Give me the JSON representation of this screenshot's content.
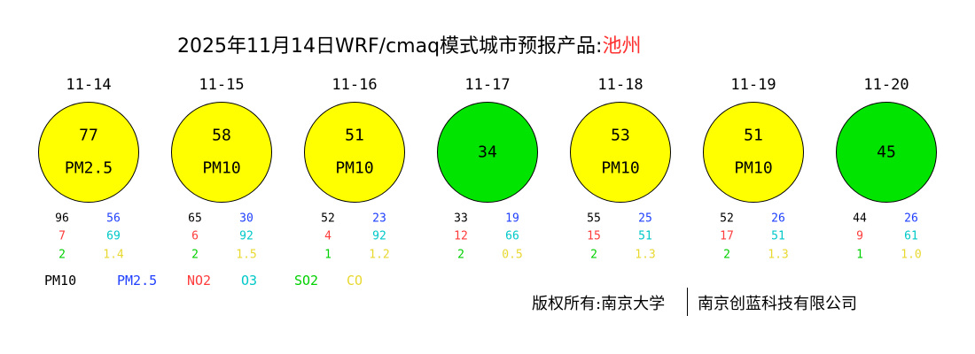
{
  "title": {
    "prefix": "2025年11月14日WRF/cmaq模式城市预报产品:",
    "city": "池州"
  },
  "chart_data": {
    "type": "table",
    "days": [
      {
        "date": "11-14",
        "aqi": "77",
        "primary": "PM2.5",
        "level_color": "#ffff00",
        "pm10": "96",
        "pm25": "56",
        "no2": "7",
        "o3": "69",
        "so2": "2",
        "co": "1.4"
      },
      {
        "date": "11-15",
        "aqi": "58",
        "primary": "PM10",
        "level_color": "#ffff00",
        "pm10": "65",
        "pm25": "30",
        "no2": "6",
        "o3": "92",
        "so2": "2",
        "co": "1.5"
      },
      {
        "date": "11-16",
        "aqi": "51",
        "primary": "PM10",
        "level_color": "#ffff00",
        "pm10": "52",
        "pm25": "23",
        "no2": "4",
        "o3": "92",
        "so2": "1",
        "co": "1.2"
      },
      {
        "date": "11-17",
        "aqi": "34",
        "primary": "",
        "level_color": "#00e400",
        "pm10": "33",
        "pm25": "19",
        "no2": "12",
        "o3": "66",
        "so2": "2",
        "co": "0.5"
      },
      {
        "date": "11-18",
        "aqi": "53",
        "primary": "PM10",
        "level_color": "#ffff00",
        "pm10": "55",
        "pm25": "25",
        "no2": "15",
        "o3": "51",
        "so2": "2",
        "co": "1.3"
      },
      {
        "date": "11-19",
        "aqi": "51",
        "primary": "PM10",
        "level_color": "#ffff00",
        "pm10": "52",
        "pm25": "26",
        "no2": "17",
        "o3": "51",
        "so2": "2",
        "co": "1.3"
      },
      {
        "date": "11-20",
        "aqi": "45",
        "primary": "",
        "level_color": "#00e400",
        "pm10": "44",
        "pm25": "26",
        "no2": "9",
        "o3": "61",
        "so2": "1",
        "co": "1.0"
      }
    ],
    "legend": [
      {
        "label": "PM10",
        "color": "#000000"
      },
      {
        "label": "PM2.5",
        "color": "#2040ff"
      },
      {
        "label": "NO2",
        "color": "#ff3b3b"
      },
      {
        "label": "O3",
        "color": "#00c8c8"
      },
      {
        "label": "SO2",
        "color": "#00d000"
      },
      {
        "label": "CO",
        "color": "#e8d830"
      }
    ]
  },
  "footer": {
    "copyright": "版权所有:南京大学",
    "company": "南京创蓝科技有限公司"
  }
}
